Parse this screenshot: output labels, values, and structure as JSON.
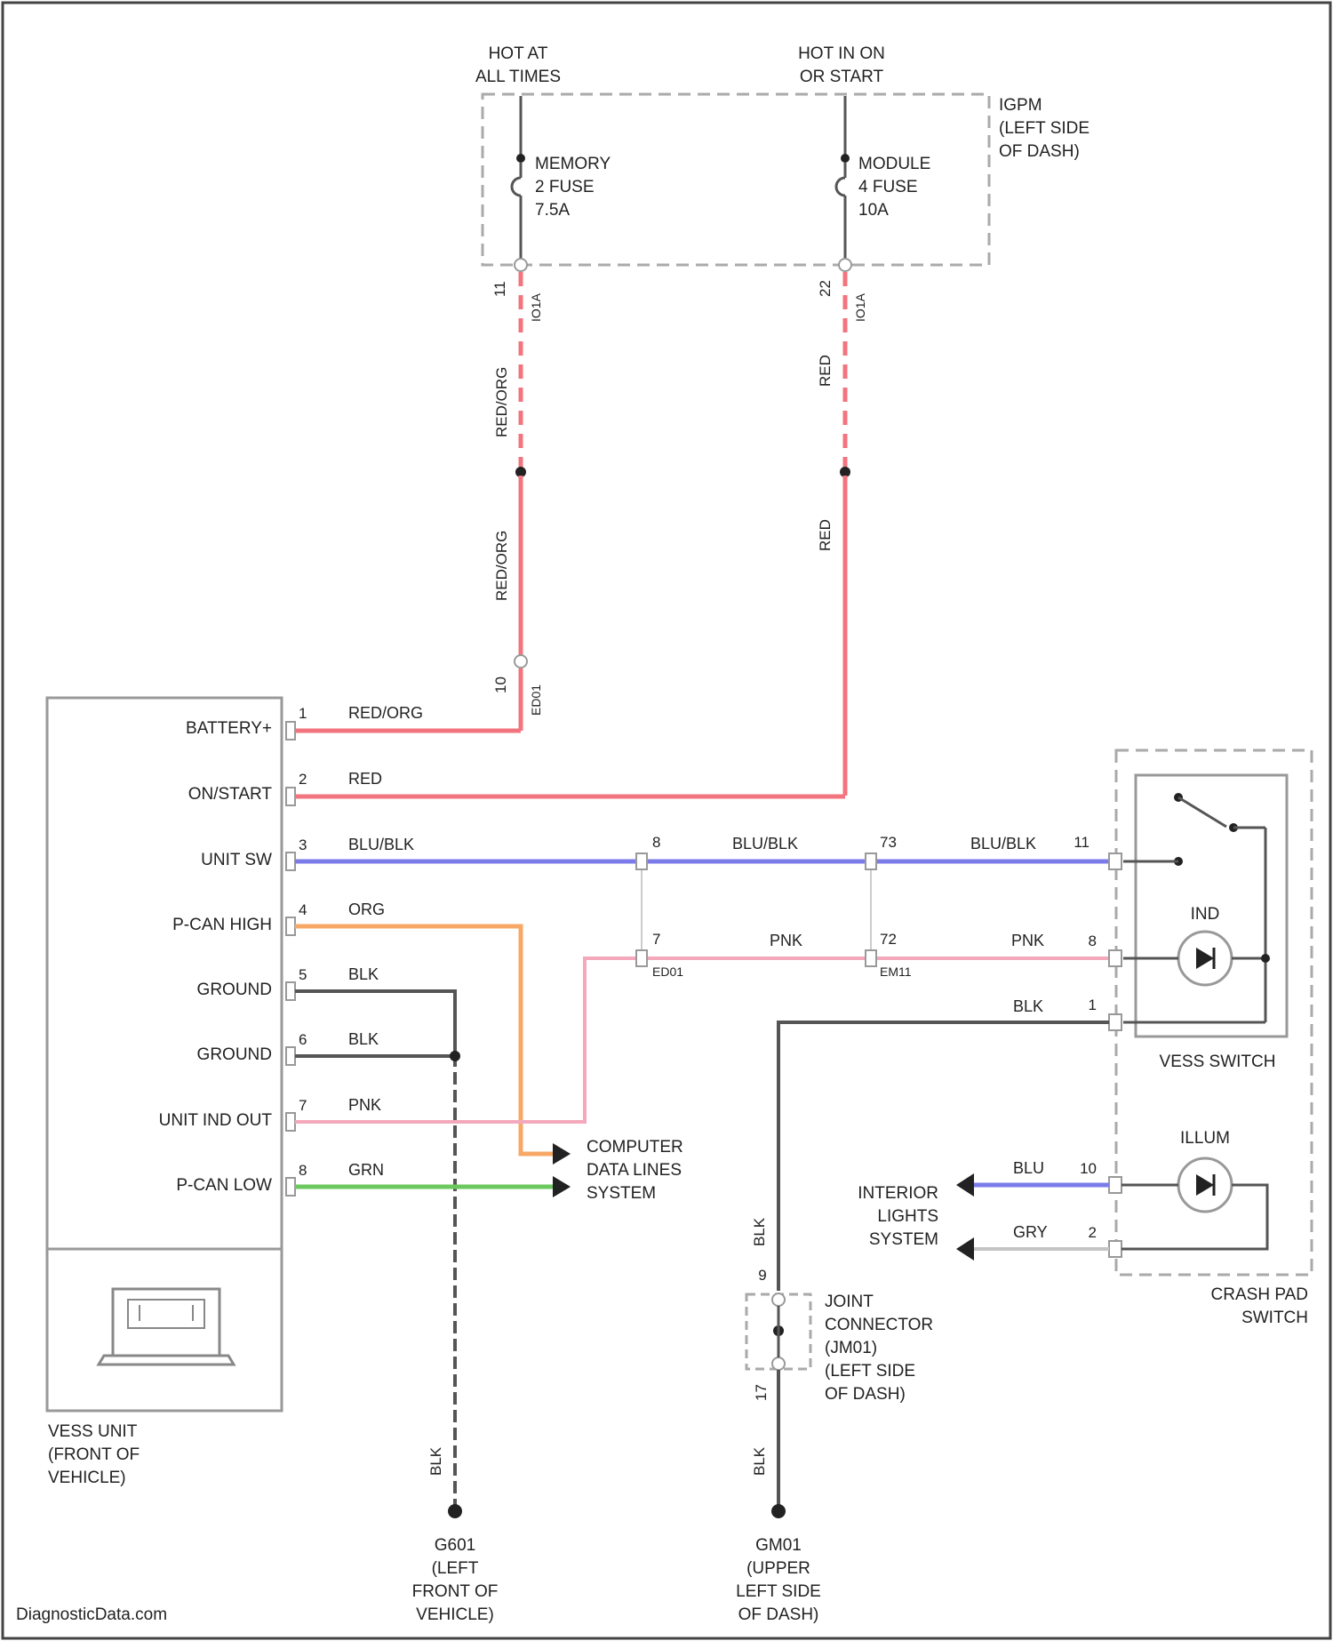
{
  "colors": {
    "red": "#f2747e",
    "blue": "#7b7bea",
    "orange": "#f7a866",
    "pink": "#f4a8bc",
    "green": "#6bc85e",
    "black": "#555555",
    "gray": "#c4c4c4",
    "dash": "#aaaaaa",
    "frame": "#999999"
  },
  "power": {
    "hot_always": [
      "HOT AT",
      "ALL TIMES"
    ],
    "hot_run": [
      "HOT IN ON",
      "OR START"
    ],
    "ipdm": [
      "IGPM",
      "(LEFT SIDE",
      "OF DASH)"
    ],
    "fuse1": [
      "MEMORY",
      "2 FUSE",
      "7.5A"
    ],
    "fuse2": [
      "MODULE",
      "4 FUSE",
      "10A"
    ],
    "pin_left": "11",
    "pin_right": "22",
    "conn_left": "IO1A",
    "conn_right": "IO1A",
    "wire_left_a": "RED/ORG",
    "wire_left_b": "RED/ORG",
    "wire_right_a": "RED",
    "wire_right_b": "RED",
    "conn_mid": "ED01",
    "pin_mid": "10"
  },
  "vess_unit": {
    "pins": [
      {
        "num": "1",
        "label": "BATTERY+",
        "wire": "RED/ORG"
      },
      {
        "num": "2",
        "label": "ON/START",
        "wire": "RED"
      },
      {
        "num": "3",
        "label": "UNIT SW",
        "wire": "BLU/BLK"
      },
      {
        "num": "4",
        "label": "P-CAN HIGH",
        "wire": "ORG"
      },
      {
        "num": "5",
        "label": "GROUND",
        "wire": "BLK"
      },
      {
        "num": "6",
        "label": "GROUND",
        "wire": "BLK"
      },
      {
        "num": "7",
        "label": "UNIT IND OUT",
        "wire": "PNK"
      },
      {
        "num": "8",
        "label": "P-CAN LOW",
        "wire": "GRN"
      }
    ],
    "name": [
      "VESS UNIT",
      "(FRONT OF",
      "VEHICLE)"
    ]
  },
  "connectors": {
    "c1_sw_pin": "8",
    "c1_ind_pin": "7",
    "c1_name": "ED01",
    "c2_sw_pin": "73",
    "c2_ind_pin": "72",
    "c2_name": "EM11",
    "sw_wire_mid": "BLU/BLK",
    "sw_wire_right": "BLU/BLK",
    "ind_wire_mid": "PNK",
    "ind_wire_right": "PNK"
  },
  "computer_data": [
    "COMPUTER",
    "DATA LINES",
    "SYSTEM"
  ],
  "vess_switch": {
    "pin_sw": "11",
    "pin_ind": "8",
    "pin_gnd": "1",
    "gnd_wire": "BLK",
    "ind_label": "IND",
    "name": "VESS SWITCH"
  },
  "illum": {
    "label": "ILLUM",
    "pin_blu": "10",
    "pin_gry": "2",
    "blu_wire": "BLU",
    "gry_wire": "GRY",
    "interior": [
      "INTERIOR",
      "LIGHTS",
      "SYSTEM"
    ]
  },
  "crash_pad": [
    "CRASH PAD",
    "SWITCH"
  ],
  "joint": {
    "pin_top": "9",
    "pin_bot": "17",
    "name": [
      "JOINT",
      "CONNECTOR",
      "(JM01)",
      "(LEFT SIDE",
      "OF DASH)"
    ],
    "wire_top": "BLK",
    "wire_bot": "BLK"
  },
  "grounds": {
    "g1_wire": "BLK",
    "g1": [
      "G601",
      "(LEFT",
      "FRONT OF",
      "VEHICLE)"
    ],
    "g2": [
      "GM01",
      "(UPPER",
      "LEFT SIDE",
      "OF DASH)"
    ]
  },
  "watermark": "DiagnosticData.com"
}
